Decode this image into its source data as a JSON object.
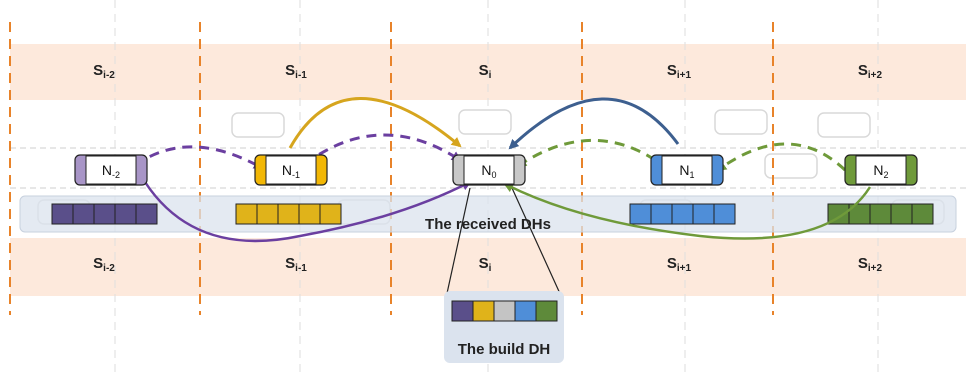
{
  "segments": [
    {
      "base": "S",
      "sub": "i-2"
    },
    {
      "base": "S",
      "sub": "i-1"
    },
    {
      "base": "S",
      "sub": "i"
    },
    {
      "base": "S",
      "sub": "i+1"
    },
    {
      "base": "S",
      "sub": "i+2"
    }
  ],
  "nodes": [
    {
      "base": "N",
      "sub": "-2",
      "color": "#a895c7",
      "edge": "#5a4a8a"
    },
    {
      "base": "N",
      "sub": "-1",
      "color": "#f2b705",
      "edge": "#c08f00"
    },
    {
      "base": "N",
      "sub": "0",
      "color": "#c8c8c8",
      "edge": "#777777"
    },
    {
      "base": "N",
      "sub": "1",
      "color": "#4f8ed8",
      "edge": "#2d62a8"
    },
    {
      "base": "N",
      "sub": "2",
      "color": "#6f9a3a",
      "edge": "#4a6f22"
    }
  ],
  "dh_blocks": [
    {
      "color": "#5a4f8a"
    },
    {
      "color": "#e0b31a"
    },
    {
      "color": "#4f8ed8"
    },
    {
      "color": "#5e8a3a"
    }
  ],
  "build_dh_colors": [
    "#5a4f8a",
    "#e0b31a",
    "#c4c4c4",
    "#4f8ed8",
    "#5e8a3a"
  ],
  "labels": {
    "received": "The received DHs",
    "build": "The build DH"
  },
  "arrow_colors": {
    "purple": "#6b3fa0",
    "gold": "#d6a51e",
    "blue": "#3d5f8f",
    "green": "#6f9a3a"
  }
}
